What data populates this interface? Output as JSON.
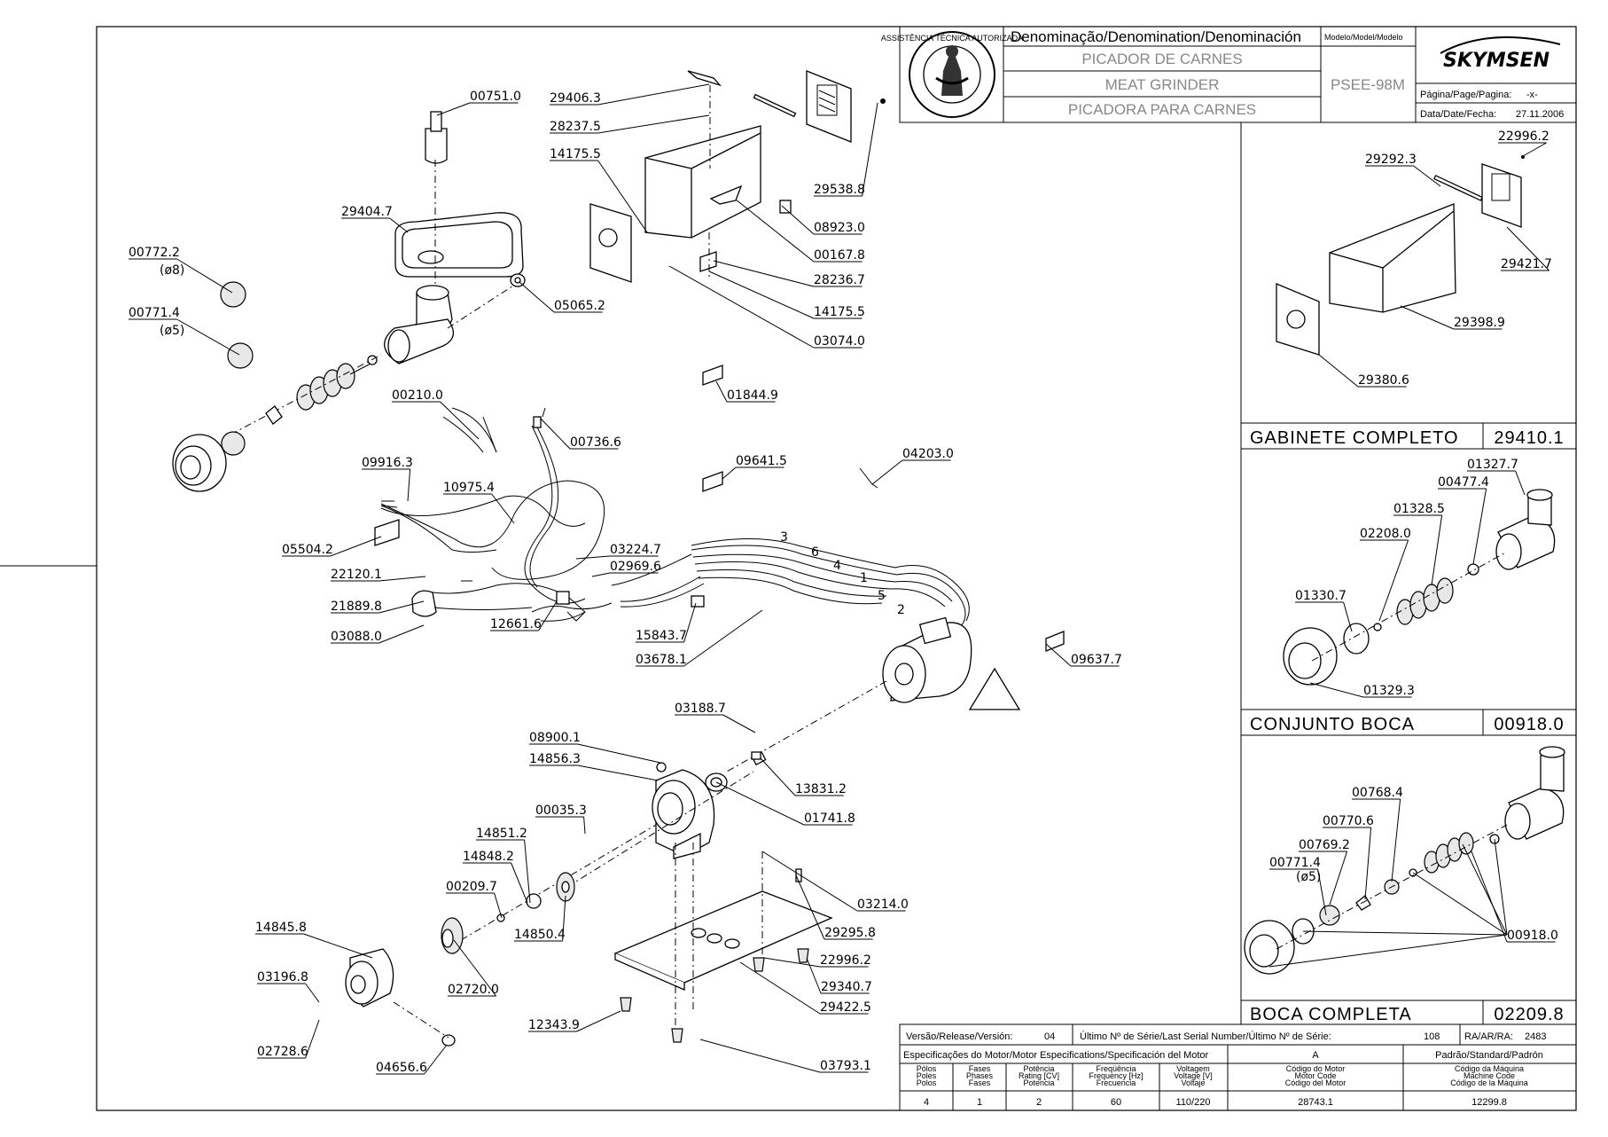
{
  "title_block": {
    "denomination_header": "Denominação/Denomination/Denominación",
    "name_pt": "PICADOR DE CARNES",
    "name_en": "MEAT GRINDER",
    "name_es": "PICADORA PARA CARNES",
    "model_header": "Modelo/Model/Modelo",
    "model": "PSEE-98M",
    "brand": "SKYMSEN",
    "page_label": "Página/Page/Pagina:",
    "page_value": "-x-",
    "date_label": "Data/Date/Fecha:",
    "date_value": "27.11.2006",
    "seal_text": "ASSISTÊNCIA TÉCNICA AUTORIZADA"
  },
  "sections": [
    {
      "name": "GABINETE COMPLETO",
      "code": "29410.1"
    },
    {
      "name": "CONJUNTO BOCA",
      "code": "00918.0"
    },
    {
      "name": "BOCA COMPLETA",
      "code": "02209.8"
    }
  ],
  "main_labels": [
    "00751.0",
    "29406.3",
    "28237.5",
    "14175.5",
    "29404.7",
    "29538.8",
    "08923.0",
    "00167.8",
    "00772.2",
    "(ø8)",
    "00771.4",
    "(ø5)",
    "05065.2",
    "28236.7",
    "14175.5",
    "03074.0",
    "01844.9",
    "00210.0",
    "00736.6",
    "09641.5",
    "04203.0",
    "09916.3",
    "10975.4",
    "05504.2",
    "03224.7",
    "02969.6",
    "22120.1",
    "21889.8",
    "03088.0",
    "12661.6",
    "15843.7",
    "03678.1",
    "09637.7",
    "03188.7",
    "08900.1",
    "14856.3",
    "13831.2",
    "00035.3",
    "01741.8",
    "14851.2",
    "14848.2",
    "00209.7",
    "14850.4",
    "03214.0",
    "29295.8",
    "14845.8",
    "22996.2",
    "02720.0",
    "29340.7",
    "03196.8",
    "12343.9",
    "29422.5",
    "02728.6",
    "04656.6",
    "03793.1"
  ],
  "wire_numbers": [
    "3",
    "6",
    "4",
    "1",
    "5",
    "2"
  ],
  "motor_letter": "A",
  "gabinete_labels": [
    "22996.2",
    "29292.3",
    "29421.7",
    "29398.9",
    "29380.6"
  ],
  "conjunto_labels": [
    "01327.7",
    "00477.4",
    "01328.5",
    "02208.0",
    "01330.7",
    "01329.3"
  ],
  "boca_labels": [
    "00768.4",
    "00770.6",
    "00769.2",
    "00771.4",
    "(ø5)",
    "00918.0"
  ],
  "bottom_block": {
    "release_label": "Versão/Release/Versión:",
    "release_value": "04",
    "serial_label": "Último Nº de Série/Last Serial Number/Último Nº de Série:",
    "serial_value": "108",
    "ra_label": "RA/AR/RA:",
    "ra_value": "2483",
    "motor_spec_label": "Especificações do Motor/Motor Especifications/Specificación del Motor",
    "motor_letter": "A",
    "standard_label": "Padrão/Standard/Padrón",
    "col_heads": [
      [
        "Pólos",
        "Poles",
        "Polos"
      ],
      [
        "Fases",
        "Phases",
        "Fases"
      ],
      [
        "Potência",
        "Rating [CV]",
        "Potencia"
      ],
      [
        "Freqüência",
        "Frequency [Hz]",
        "Frecuencia"
      ],
      [
        "Voltagem",
        "Voltage [V]",
        "Voltaje"
      ],
      [
        "Código do Motor",
        "Motor Code",
        "Código del Motor"
      ],
      [
        "Código da Máquina",
        "Machine Code",
        "Código de la Máquina"
      ]
    ],
    "values": [
      "4",
      "1",
      "2",
      "60",
      "110/220",
      "28743.1",
      "12299.8"
    ]
  }
}
